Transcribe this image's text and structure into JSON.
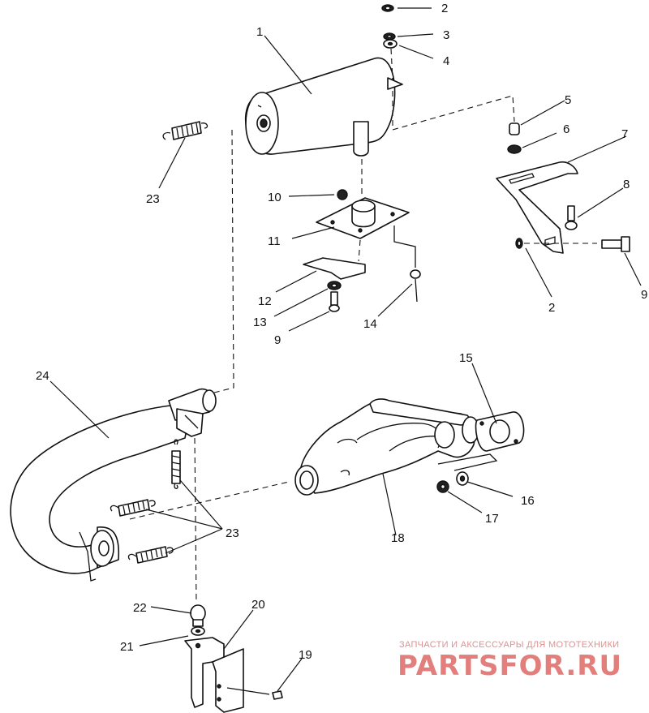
{
  "callouts": {
    "c1": "1",
    "c2a": "2",
    "c3": "3",
    "c4": "4",
    "c5": "5",
    "c6": "6",
    "c7": "7",
    "c8": "8",
    "c2b": "2",
    "c9a": "9",
    "c10": "10",
    "c11": "11",
    "c12": "12",
    "c13": "13",
    "c9b": "9",
    "c14": "14",
    "c15": "15",
    "c16": "16",
    "c17": "17",
    "c18": "18",
    "c23a": "23",
    "c24": "24",
    "c23b": "23",
    "c22": "22",
    "c21": "21",
    "c20": "20",
    "c19": "19"
  },
  "watermark": {
    "tagline": "ЗАПЧАСТИ И АКСЕССУАРЫ ДЛЯ МОТОТЕХНИКИ",
    "brand": "PARTSFOR.RU",
    "color": "#d9534f"
  }
}
